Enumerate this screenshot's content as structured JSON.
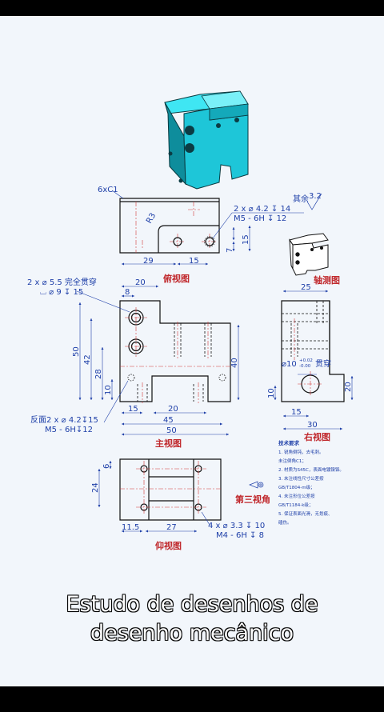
{
  "views": {
    "top": "俯视图",
    "iso": "轴测图",
    "front": "主视图",
    "right": "右视图",
    "bottom": "仰视图",
    "third_angle": "第三视角"
  },
  "dims": {
    "chamfer": "6xC1",
    "rest_rough": "其余",
    "rough_val": "3.2",
    "top_holes_1": "2 x ⌀ 4.2 ↧ 14",
    "top_holes_2": "M5 - 6H ↧ 12",
    "r_top": "R3",
    "top_29": "29",
    "top_15": "15",
    "top_7": "7",
    "top_15v": "15",
    "front_hole_1": "2 x ⌀ 5.5 完全贯穿",
    "front_hole_2": "⌴ ⌀ 9 ↧ 15",
    "front_20": "20",
    "front_8": "8",
    "front_50": "50",
    "front_42": "42",
    "front_28": "28",
    "front_10": "10",
    "front_40": "40",
    "front_15": "15",
    "front_20b": "20",
    "front_45": "45",
    "front_50b": "50",
    "back_hole_1": "反面2 x ⌀ 4.2↧15",
    "back_hole_2": "M5 - 6H↧12",
    "right_25": "25",
    "right_hole": "⌀10",
    "right_tol_up": "+0.02",
    "right_tol_dn": "-0.00",
    "right_through": "贯穿",
    "right_10": "10",
    "right_20": "20",
    "right_15": "15",
    "right_30": "30",
    "bot_6": "6",
    "bot_24": "24",
    "bot_11": "11.5",
    "bot_27": "27",
    "bot_hole_1": "4 x ⌀ 3.3 ↧ 10",
    "bot_hole_2": "M4 - 6H ↧ 8"
  },
  "notes": {
    "title": "技术要求",
    "lines": [
      "1. 锐角倒钝，去毛刺。",
      "未注倒角C1；",
      "2. 材质为S45C，表面电镀镍铬。",
      "3. 未注线性尺寸公差按",
      "GB/T1804-m级；",
      "4. 未注形位公差按",
      "GB/T1184-k级；",
      "5. 保证表面光滑，无划痕、",
      "磕伤。"
    ]
  },
  "caption": {
    "line1": "Estudo de desenhos de",
    "line2": "desenho mecânico"
  },
  "colors": {
    "background": "#f2f6fb",
    "part_cyan": "#1ec6d8",
    "outline": "#111111",
    "dimension": "#1e3fa8",
    "center_line": "#d23a3a",
    "label_red": "#c0282c"
  }
}
